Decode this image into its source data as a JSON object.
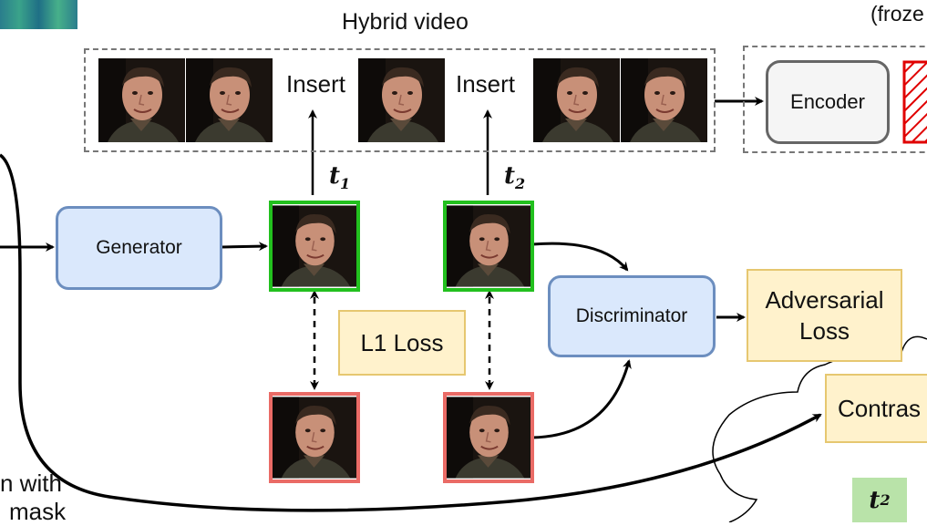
{
  "top": {
    "hybrid_title": "Hybrid video",
    "frozen_partial": "(froze",
    "insert_1": "Insert",
    "insert_2": "Insert",
    "encoder": "Encoder"
  },
  "nodes": {
    "generator": "Generator",
    "discriminator": "Discriminator",
    "l1_loss": "L1 Loss",
    "adversarial_loss_line1": "Adversarial",
    "adversarial_loss_line2": "Loss",
    "contrastive_partial": "Contras"
  },
  "labels": {
    "t1_base": "t",
    "t1_sub": "1",
    "t2_base": "t",
    "t2_sub": "2",
    "t2b_base": "t",
    "t2b_sub": "2",
    "bottom_left_line1": "n with",
    "bottom_left_line2": "mask"
  },
  "colors": {
    "generated_frame": "#22c01e",
    "real_frame": "#ea6b66",
    "model_box": "#dae8fc",
    "loss_box": "#fff2cc",
    "encoder_hatch": "#e00000"
  }
}
